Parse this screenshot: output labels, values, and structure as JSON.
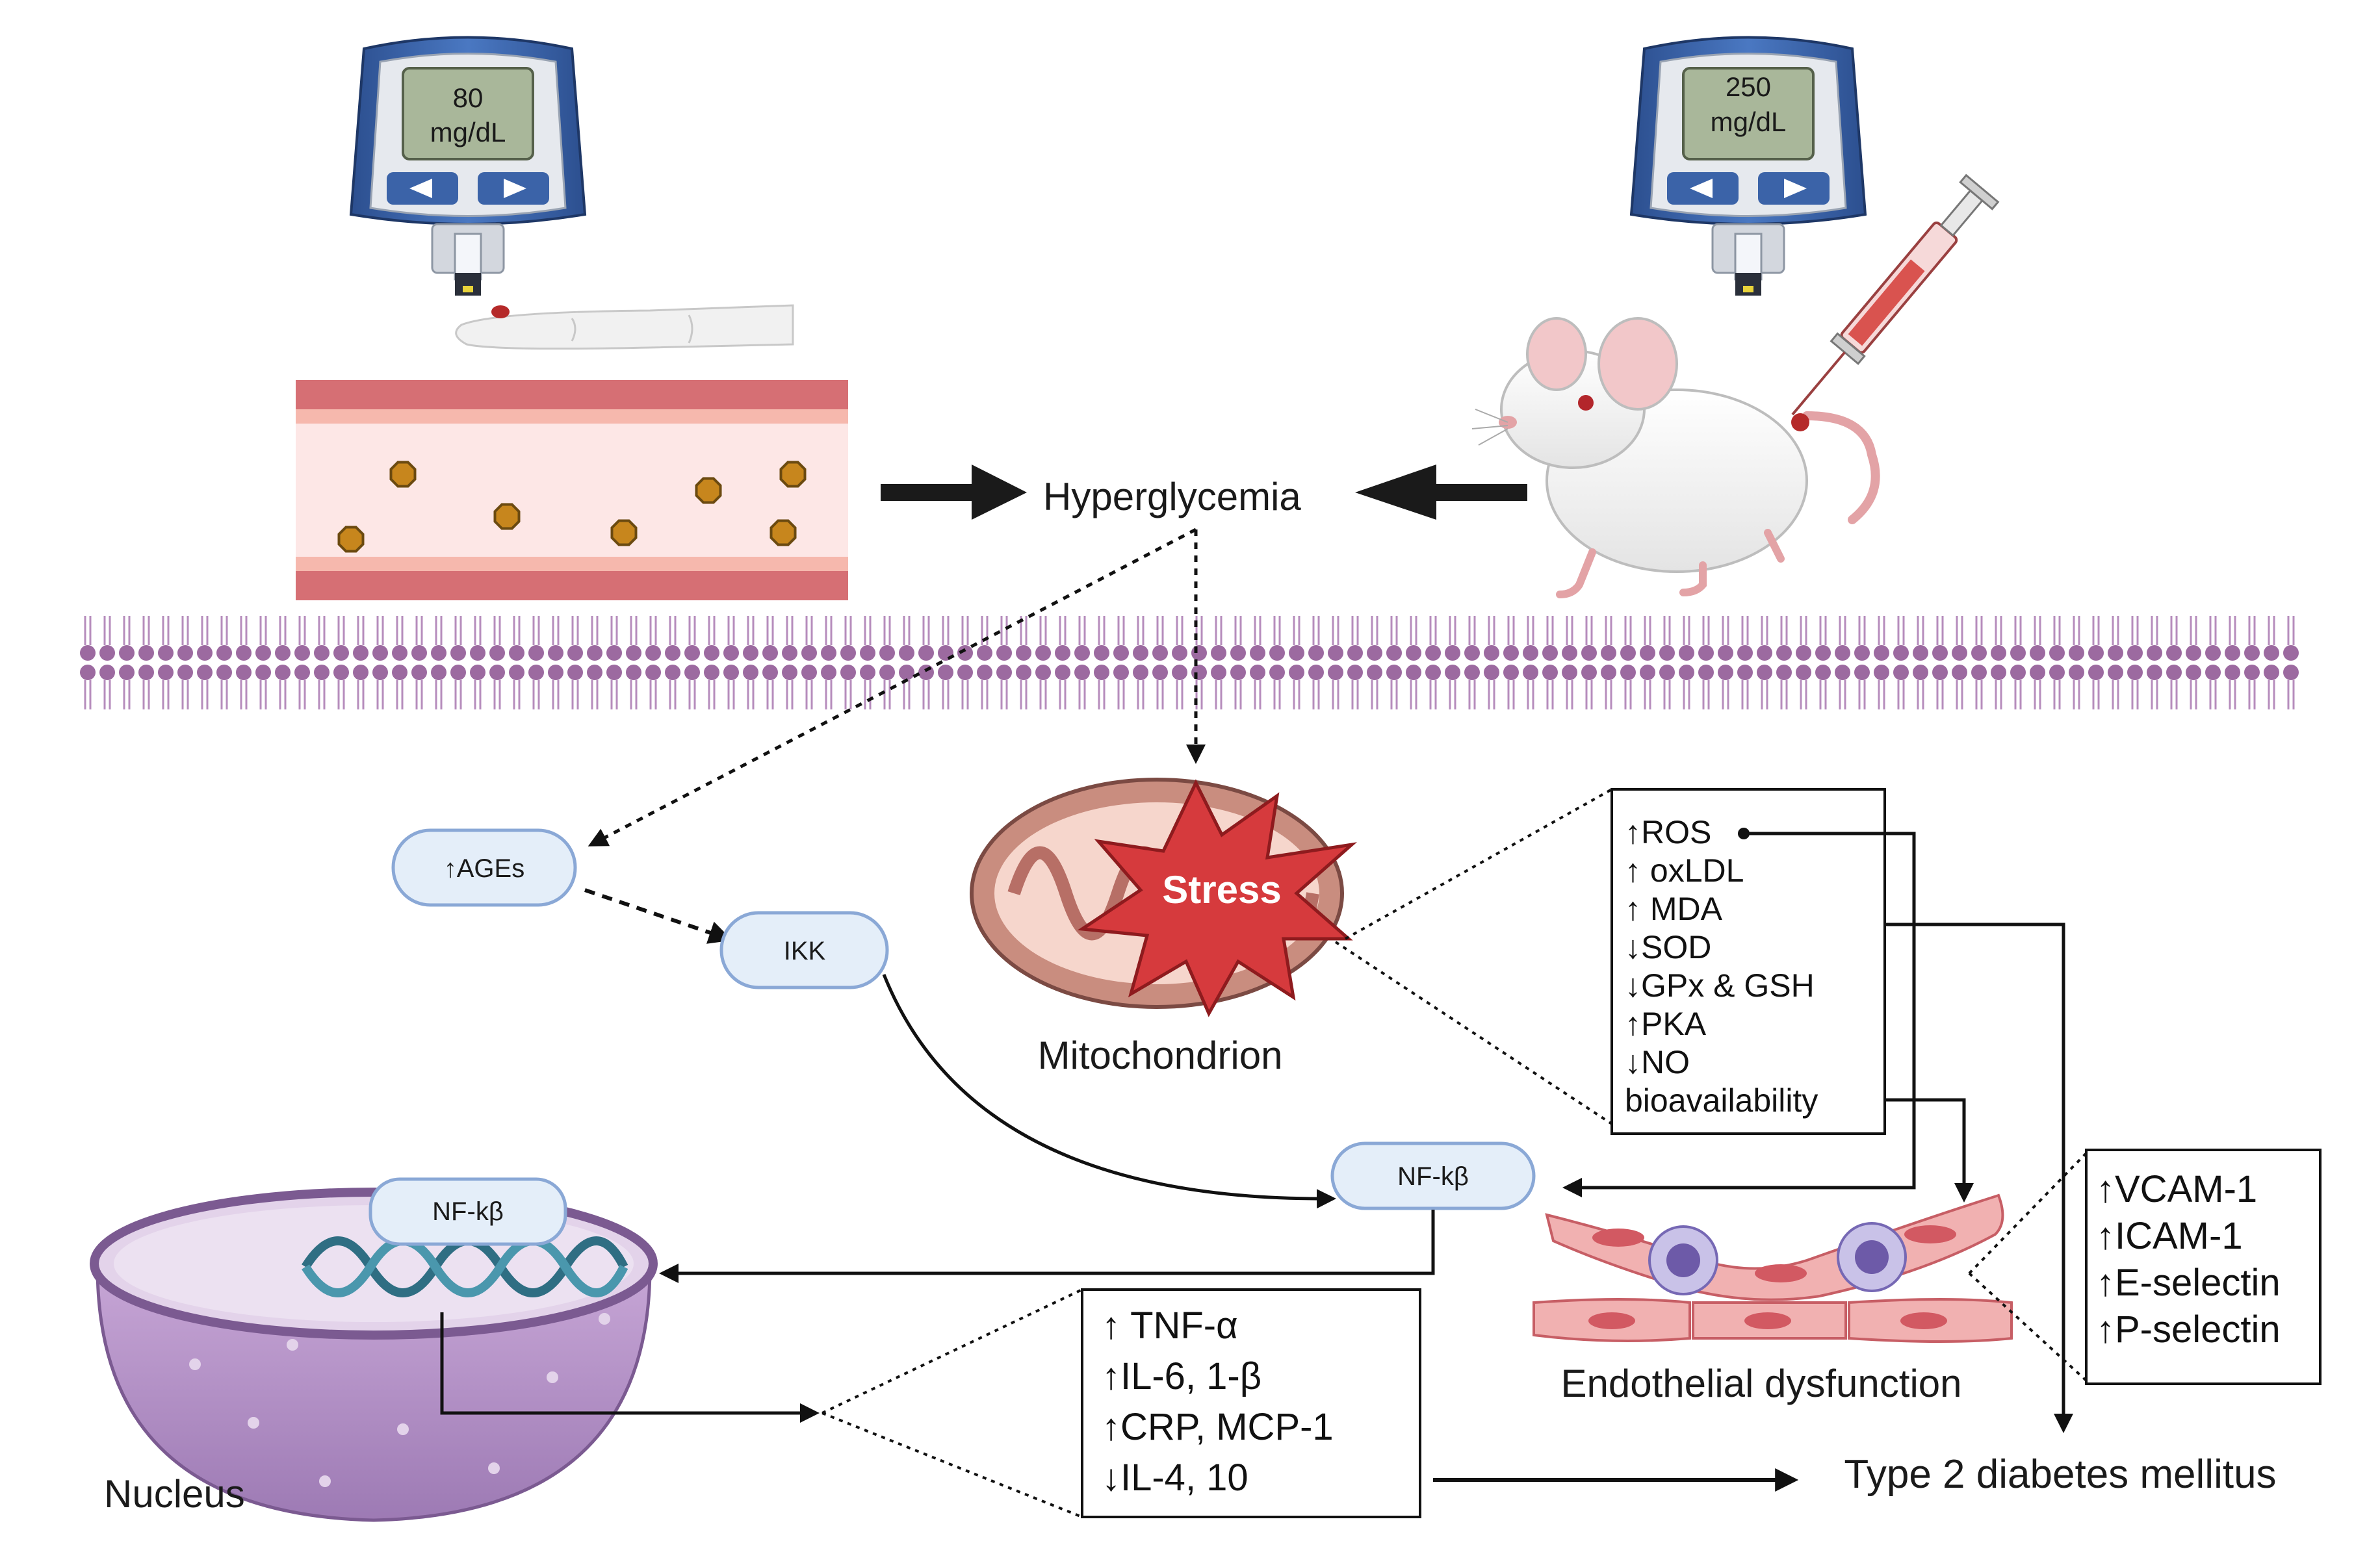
{
  "meters": {
    "normal": {
      "value": "80",
      "unit": "mg/dL"
    },
    "high": {
      "value": "250",
      "unit": "mg/dL"
    }
  },
  "labels": {
    "hyperglycemia": "Hyperglycemia",
    "mitochondrion": "Mitochondrion",
    "stress": "Stress",
    "nucleus": "Nucleus",
    "endothelial": "Endothelial dysfunction",
    "t2dm": "Type 2 diabetes mellitus"
  },
  "pills": {
    "ages": "↑AGEs",
    "ikk": "IKK",
    "nfkb": "NF-kβ",
    "nfkb_nucleus": "NF-kβ"
  },
  "ros_box": [
    "↑ROS",
    "↑ oxLDL",
    "↑ MDA",
    "↓SOD",
    "↓GPx & GSH",
    "↑PKA",
    "↓NO",
    "bioavailability"
  ],
  "adhesion_box": [
    "↑VCAM-1",
    "↑ICAM-1",
    "↑E-selectin",
    "↑P-selectin"
  ],
  "cytokine_box": [
    "↑ TNF-α",
    "↑IL-6, 1-β",
    "↑CRP, MCP-1",
    "↓IL-4, 10"
  ],
  "colors": {
    "vessel_wall": "#d66f74",
    "vessel_inner": "#fde7e6",
    "glucose": "#c7861d",
    "membrane": "#9c6aa0",
    "pill_fill": "#e4eef9",
    "pill_stroke": "#8aa8d6",
    "stress": "#d63a3d",
    "mito": "#c98d7f",
    "nucleus": "#b48ec4",
    "dna": "#2f6e83",
    "meter_body": "#3b63a8",
    "meter_screen": "#a9b79a"
  }
}
